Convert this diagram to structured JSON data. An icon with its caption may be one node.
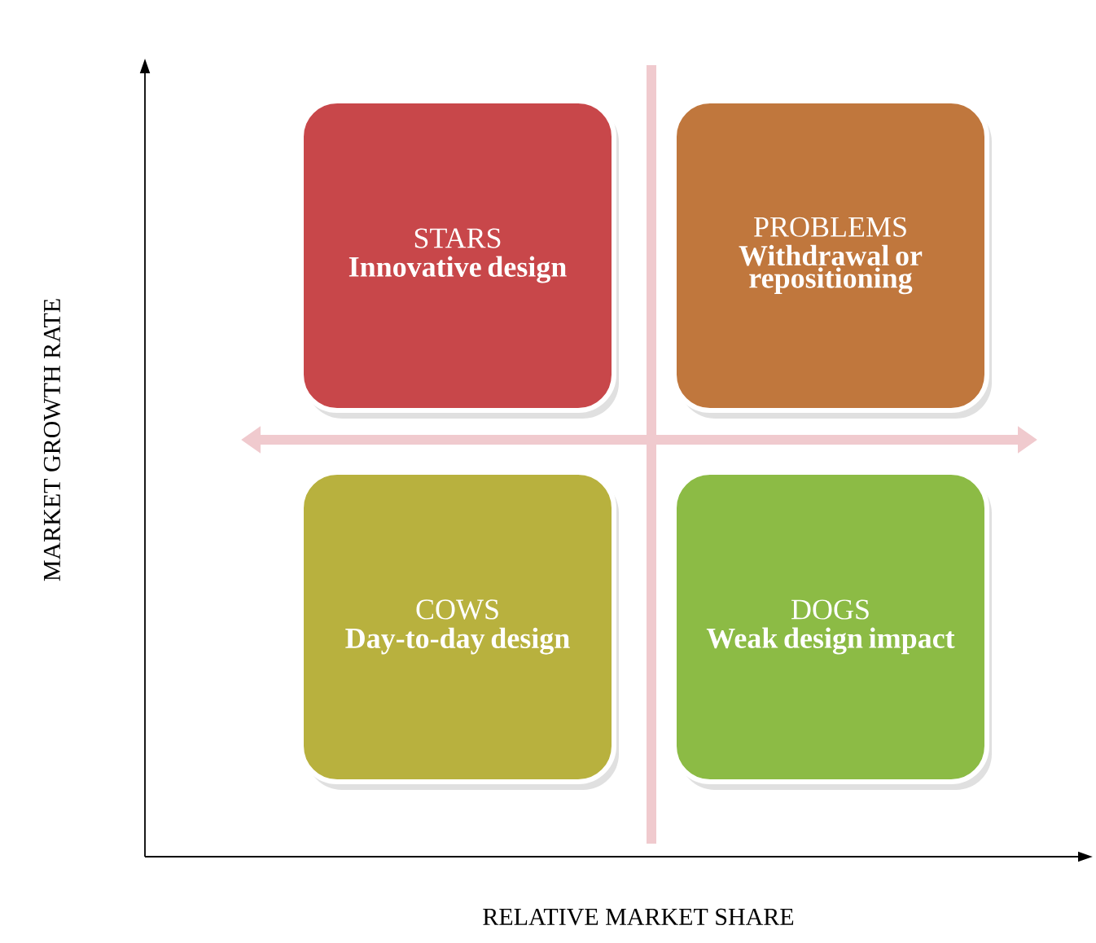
{
  "diagram": {
    "nodes": [
      {
        "text": [
          "STARS",
          "Innovative design"
        ]
      },
      {
        "text": [
          "PROBLEMS",
          "Withdrawal or repositioning"
        ]
      },
      {
        "text": [
          "COWS",
          "Day-to-day design"
        ]
      },
      {
        "text": [
          "DOGS",
          "Weak design impact"
        ]
      }
    ],
    "labels": [
      "MARKET GROWTH RATE",
      "RELATIVE MARKET SHARE"
    ]
  }
}
